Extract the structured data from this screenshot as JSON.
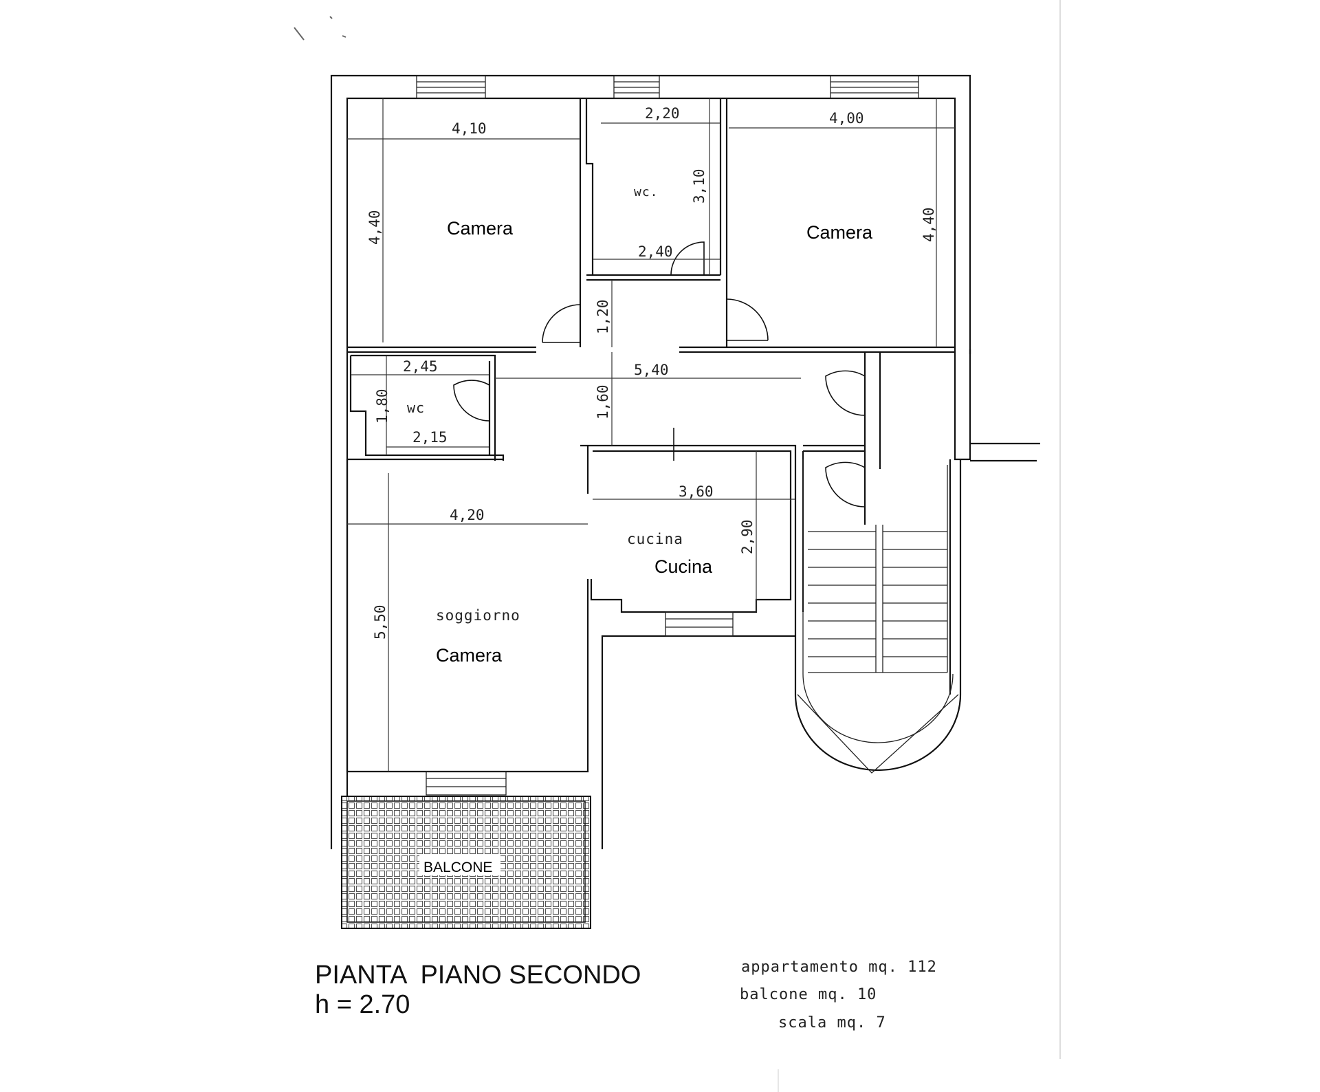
{
  "plan": {
    "title_line1": "PIANTA  PIANO SECONDO",
    "title_line2": "h = 2.70"
  },
  "rooms": {
    "camera_nw": "Camera",
    "camera_ne": "Camera",
    "camera_sw": "Camera",
    "cucina": "Cucina",
    "cucina_hand": "cucina",
    "soggiorno_hand": "soggiorno",
    "wc_top": "wc.",
    "wc_small": "wc",
    "balcone": "BALCONE"
  },
  "dimensions": {
    "d_4_10": "4,10",
    "d_2_20": "2,20",
    "d_4_00": "4,00",
    "d_3_10": "3,10",
    "d_2_40": "2,40",
    "d_4_40_left": "4,40",
    "d_4_40_right": "4,40",
    "d_1_20": "1,20",
    "d_2_45": "2,45",
    "d_5_40": "5,40",
    "d_1_80": "1,80",
    "d_2_15": "2,15",
    "d_1_60": "1,60",
    "d_3_60": "3,60",
    "d_4_20": "4,20",
    "d_2_90": "2,90",
    "d_5_50": "5,50"
  },
  "notes": {
    "appartamento": "appartamento mq. 112",
    "balcone": "balcone mq. 10",
    "scala": "scala mq. 7"
  }
}
